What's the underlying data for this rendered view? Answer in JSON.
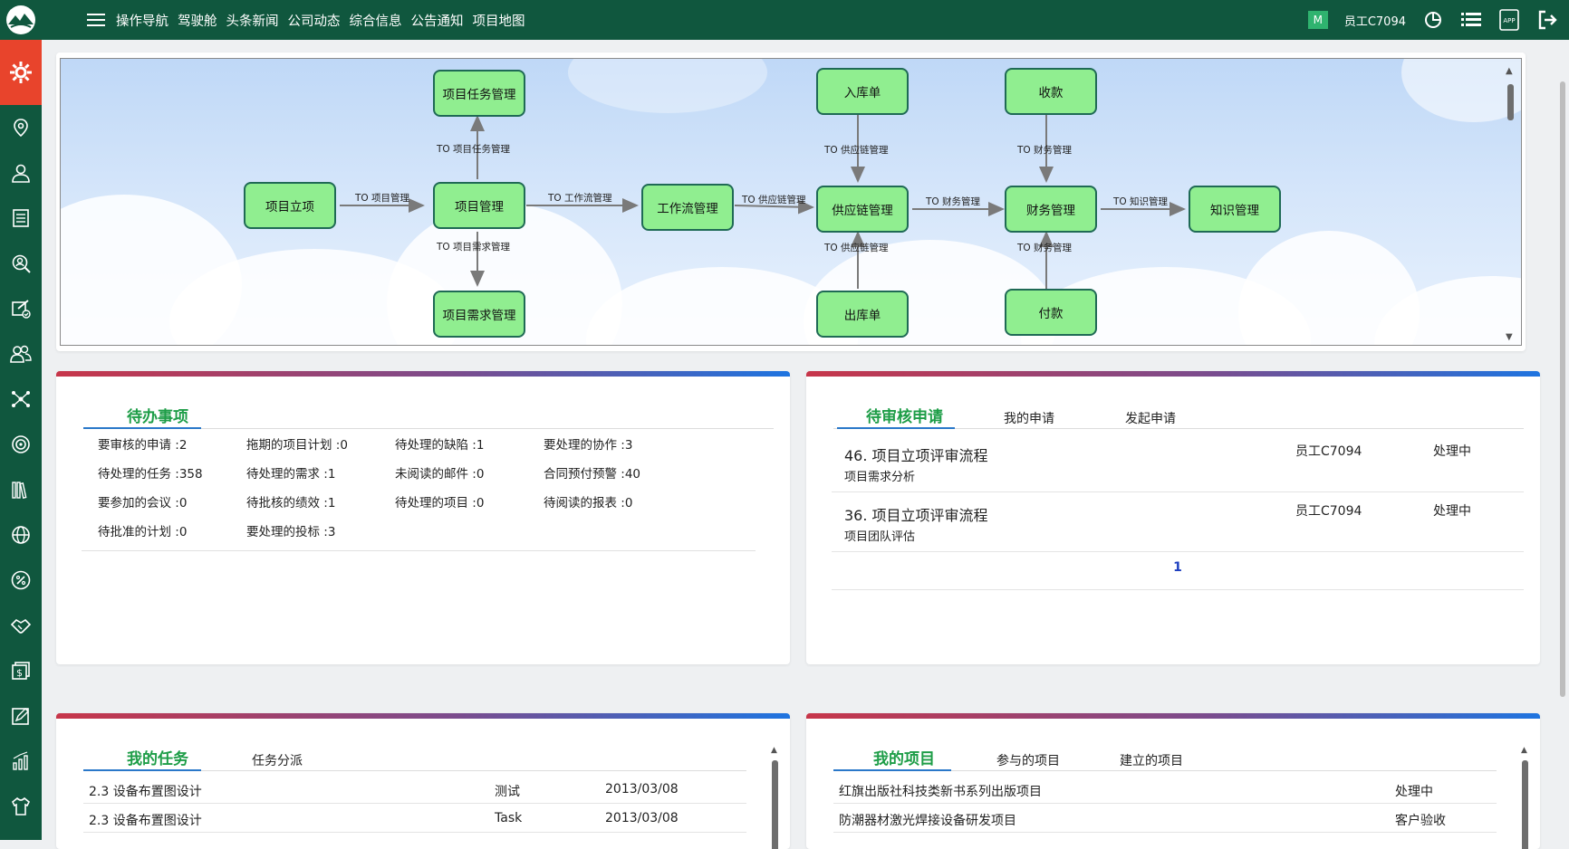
{
  "topbar": {
    "nav": [
      "操作导航",
      "驾驶舱",
      "头条新闻",
      "公司动态",
      "综合信息",
      "公告通知",
      "项目地图"
    ],
    "badge": "M",
    "user": "员工C7094",
    "icons": [
      "pie-chart-icon",
      "list-icon",
      "app-icon",
      "logout-icon"
    ],
    "app_label": "APP"
  },
  "sidebar": {
    "icons": [
      "gear-icon",
      "location-icon",
      "user-icon",
      "document-icon",
      "search-user-icon",
      "edit-check-icon",
      "users-icon",
      "network-icon",
      "target-icon",
      "books-icon",
      "globe-icon",
      "percent-icon",
      "handshake-icon",
      "money-icon",
      "edit-icon",
      "bar-chart-icon",
      "shirt-icon"
    ],
    "active_color": "#e8442c",
    "bg_color": "#10573e"
  },
  "flow": {
    "nodes": {
      "project_setup": "项目立项",
      "project_task": "项目任务管理",
      "project_mgmt": "项目管理",
      "project_req": "项目需求管理",
      "workflow": "工作流管理",
      "stock_in": "入库单",
      "supply_chain": "供应链管理",
      "stock_out": "出库单",
      "receipt": "收款",
      "finance": "财务管理",
      "payment": "付款",
      "knowledge": "知识管理"
    },
    "edges": {
      "to_project": "TO 项目管理",
      "to_task": "TO 项目任务管理",
      "to_req": "TO 项目需求管理",
      "to_workflow": "TO 工作流管理",
      "to_supply": "TO 供应链管理",
      "to_supply_in": "TO 供应链管理",
      "to_supply_out": "TO 供应链管理",
      "to_finance": "TO 财务管理",
      "to_finance_in": "TO 财务管理",
      "to_finance_out": "TO 财务管理",
      "to_knowledge": "TO 知识管理"
    },
    "node_color": "#90ee90"
  },
  "todo": {
    "tab": "待办事项",
    "items": [
      "要审核的申请 :2",
      "拖期的项目计划 :0",
      "待处理的缺陷 :1",
      "要处理的协作 :3",
      "待处理的任务 :358",
      "待处理的需求 :1",
      "未阅读的邮件 :0",
      "合同预付预警 :40",
      "要参加的会议 :0",
      "待批核的绩效 :1",
      "待处理的项目 :0",
      "待阅读的报表 :0",
      "待批准的计划 :0",
      "要处理的投标 :3"
    ]
  },
  "applications": {
    "tabs": [
      "待审核申请",
      "我的申请",
      "发起申请"
    ],
    "rows": [
      {
        "title": "46. 项目立项评审流程",
        "sub": "项目需求分析",
        "user": "员工C7094",
        "status": "处理中"
      },
      {
        "title": "36. 项目立项评审流程",
        "sub": "项目团队评估",
        "user": "员工C7094",
        "status": "处理中"
      }
    ],
    "page": "1"
  },
  "tasks": {
    "tabs": [
      "我的任务",
      "任务分派"
    ],
    "rows": [
      {
        "name": "2.3 设备布置图设计",
        "type": "测试",
        "date": "2013/03/08"
      },
      {
        "name": "2.3 设备布置图设计",
        "type": "Task",
        "date": "2013/03/08"
      }
    ]
  },
  "projects": {
    "tabs": [
      "我的项目",
      "参与的项目",
      "建立的项目"
    ],
    "rows": [
      {
        "name": "红旗出版社科技类新书系列出版项目",
        "status": "处理中"
      },
      {
        "name": "防潮器材激光焊接设备研发项目",
        "status": "客户验收"
      }
    ]
  }
}
